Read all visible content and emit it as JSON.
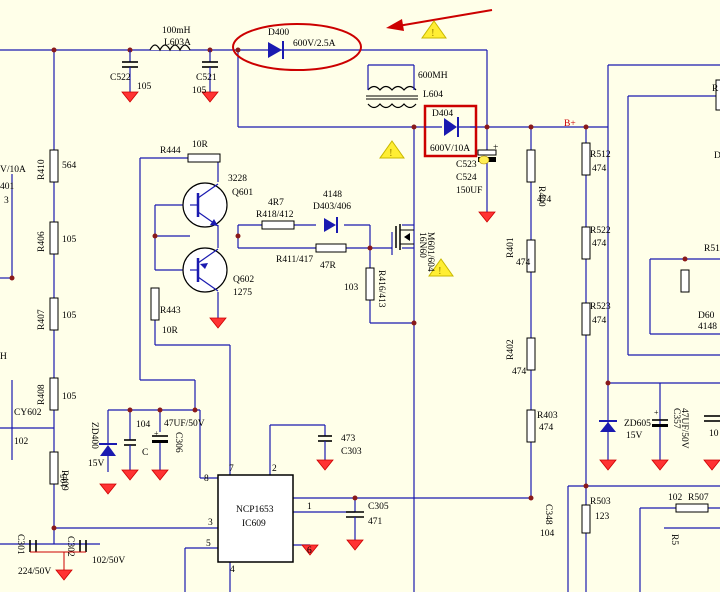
{
  "labels": {
    "d400": "D400",
    "d400_rating": "600V/2.5A",
    "l603_value": "100mH",
    "l603": "L603A",
    "c522": "C522",
    "c522_val": "105",
    "c521": "C521",
    "c521_val": "105",
    "l604_value": "600MH",
    "l604": "L604",
    "d404": "D404",
    "d404_rating": "600V/10A",
    "c523": "C523",
    "c524": "C524",
    "c524_val": "150UF",
    "bplus": "B+",
    "r410": "R410",
    "r410_val": "564",
    "v401": "V/10A",
    "c401": "401",
    "n3": "3",
    "r406": "R406",
    "r406_val": "105",
    "r407": "R407",
    "r407_val": "105",
    "r408": "R408",
    "r408_val": "105",
    "h": "H",
    "cy602": "CY602",
    "c102": "102",
    "r409": "R409",
    "r409_val": "105",
    "c301": "C301",
    "c301_val": "224/50V",
    "c302": "C302",
    "c302_val": "102/50V",
    "r444": "R444",
    "r444_val": "10R",
    "q601_val": "3228",
    "q601": "Q601",
    "q602": "Q602",
    "q602_val": "1275",
    "r443": "R443",
    "r443_val": "10R",
    "r418_val": "4R7",
    "r418": "R418/412",
    "d403_val": "4148",
    "d403": "D403/406",
    "r411": "R411/417",
    "r411_val": "47R",
    "r416_val": "103",
    "r416": "R416/413",
    "q_mos": "16N60",
    "q_mos_ref": "M601/604",
    "r400": "R400",
    "r400_val": "474",
    "r401": "R401",
    "r401_val": "474",
    "r402": "R402",
    "r402_val": "474",
    "r403": "R403",
    "r403_val": "474",
    "zd400": "ZD400",
    "zd400_val": "15V",
    "c104": "104",
    "cmark": "C",
    "c306_val": "47UF/50V",
    "c306": "C306",
    "c303_val": "473",
    "c303": "C303",
    "c305": "C305",
    "c305_val": "471",
    "ic_name": "NCP1653",
    "ic_ref": "IC609",
    "pin7": "7",
    "pin8": "8",
    "pin2": "2",
    "pin1": "1",
    "pin3": "3",
    "pin5": "5",
    "pin6": "6",
    "pin4": "4",
    "r512": "R512",
    "r512_val": "474",
    "r522": "R522",
    "r522_val": "474",
    "r523": "R523",
    "r523_val": "474",
    "zd605": "ZD605",
    "zd605_val": "15V",
    "c357": "C357",
    "c357_val": "47UF/50V",
    "c10": "10",
    "r503": "R503",
    "r503_val": "123",
    "c348": "C348",
    "c348_val": "104",
    "r507": "R507",
    "r507_val": "102",
    "r51": "R51",
    "d60": "D60",
    "d60_val": "4148",
    "r_edge": "R",
    "d_edge": "D",
    "r5": "R5"
  },
  "colors": {
    "background": "#ffffe9",
    "wire": "#1a1ab0",
    "ground": "#ff3333",
    "highlight": "#cc0000",
    "warning": "#ffee33"
  },
  "icons": [
    "warning-triangle-icon",
    "red-arrow-icon",
    "ground-symbol-icon"
  ]
}
